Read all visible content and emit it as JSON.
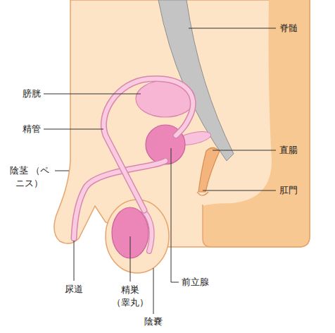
{
  "diagram": {
    "labels": [
      "脊髄",
      "膀胱",
      "精管",
      "直腸",
      "陰茎 （ペニス）",
      "肛門",
      "尿道",
      "精巣 （睾丸）",
      "前立腺",
      "陰嚢"
    ]
  }
}
